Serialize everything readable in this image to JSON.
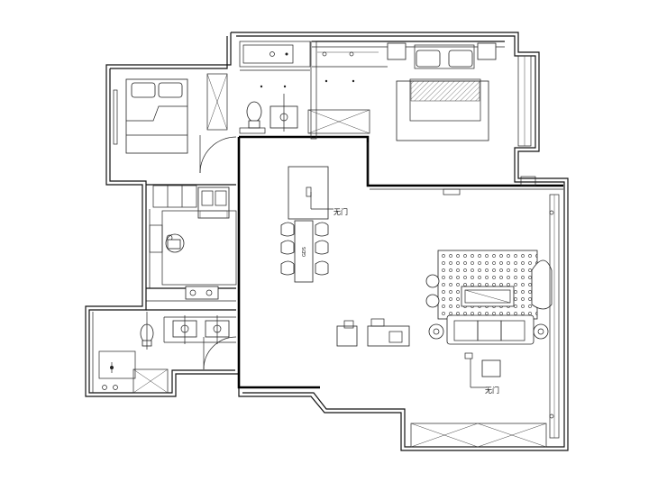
{
  "plan": {
    "annotations": [
      {
        "id": "dining-note",
        "text": "无门"
      },
      {
        "id": "living-note",
        "text": "无门"
      }
    ],
    "dining_table_tag": "GDS"
  }
}
